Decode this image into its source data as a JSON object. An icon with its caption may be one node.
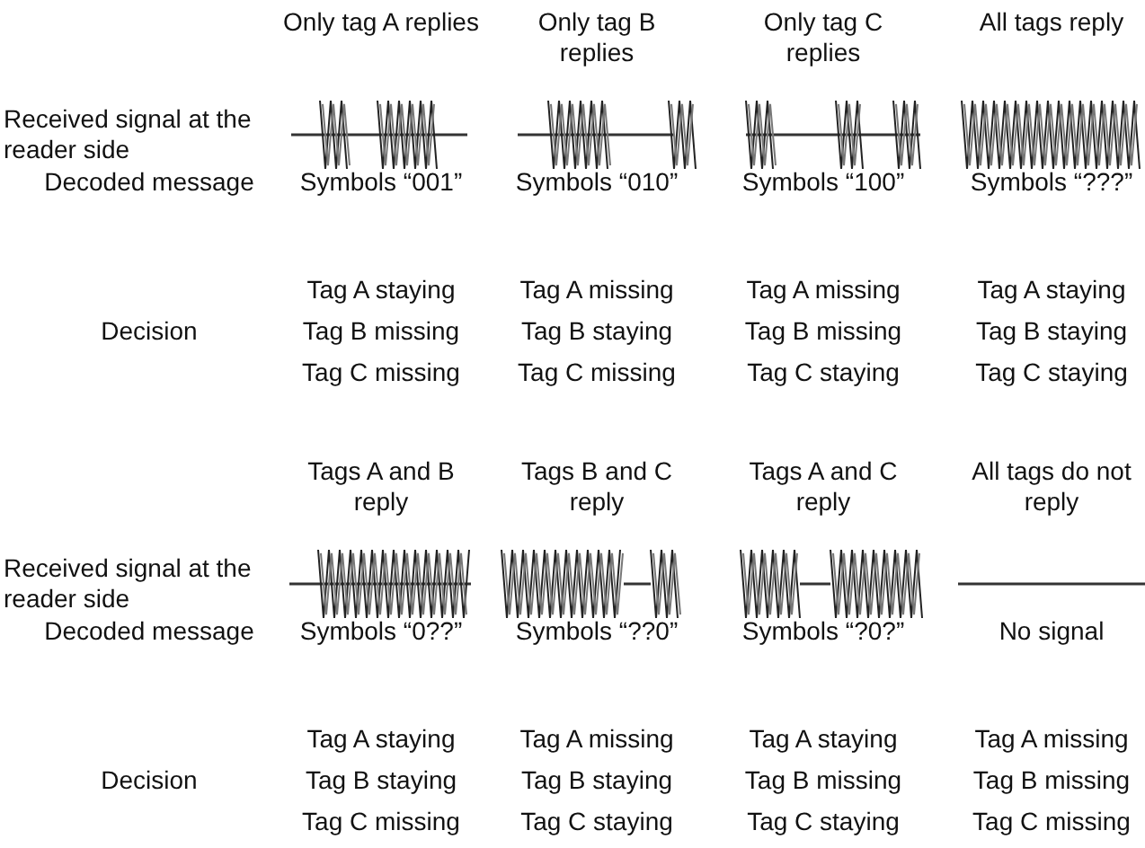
{
  "diagram": {
    "labels": [
      "Only tag A replies",
      "Only tag B replies",
      "Only tag C replies",
      "All tags reply",
      "Received signal at the reader side",
      "Decoded message",
      "Symbols “001”",
      "Symbols “010”",
      "Symbols “100”",
      "Symbols “???”",
      "Decision",
      "Tag A staying",
      "Tag A missing",
      "Tag A missing",
      "Tag A staying",
      "Tag B missing",
      "Tag B staying",
      "Tag B missing",
      "Tag B staying",
      "Tag C missing",
      "Tag C missing",
      "Tag C staying",
      "Tag C staying",
      "Tags A and B reply",
      "Tags B and C reply",
      "Tags A and C reply",
      "All tags do not reply",
      "Received signal at the reader side",
      "Decoded message",
      "Symbols “0??”",
      "Symbols “??0”",
      "Symbols “?0?”",
      "No signal",
      "Decision",
      "Tag A staying",
      "Tag A missing",
      "Tag A staying",
      "Tag A missing",
      "Tag B staying",
      "Tag B staying",
      "Tag B missing",
      "Tag B missing",
      "Tag C missing",
      "Tag C staying",
      "Tag C staying",
      "Tag C missing"
    ]
  }
}
